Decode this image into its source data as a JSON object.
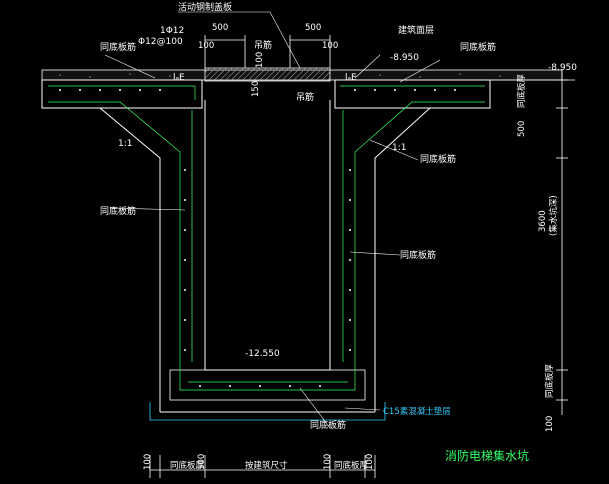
{
  "labels": {
    "cover": "活动钢制盖板",
    "bar_spec": "1Φ12",
    "bar_spacing": "Φ12@100",
    "hanger_top": "吊筋",
    "hanger_bottom": "吊筋",
    "floor_finish": "建筑面层",
    "elev_top_left": "-8.950",
    "elev_top_right": "-8.950",
    "elev_bottom": "-12.550",
    "same_slab_1": "同底板筋",
    "same_slab_2": "同底板筋",
    "same_slab_3": "同底板筋",
    "same_slab_4": "同底板筋",
    "same_slab_5": "同底板筋",
    "same_slab_6": "同底板筋",
    "lae_left": "lₐE",
    "lae_right": "lₐE",
    "cushion": "C15素混凝土垫层",
    "title": "消防电梯集水坑",
    "slope_left": "1:1",
    "slope_right": "1:1"
  },
  "dimensions": {
    "d500_left": "500",
    "d100_left": "100",
    "d500_right": "500",
    "d100_right": "100",
    "d150": "150",
    "d100_cover": "100",
    "d500_side": "500",
    "d3600": "3600",
    "pit_depth_note": "(集水坑深)",
    "d100_right_lower": "100",
    "bottom_100_a": "100",
    "bottom_100_b": "100",
    "bottom_100_c": "100",
    "bottom_100_d": "100",
    "bottom_same_left": "同底板厚",
    "bottom_same_right": "同底板厚",
    "bottom_middle": "按建筑尺寸",
    "side_same_top": "同底板厚",
    "side_same_bottom": "同底板厚"
  },
  "colors": {
    "wall": "#ffffff",
    "hatch": "#cccccc",
    "leader": "#33ff66",
    "cushion": "#33ccff",
    "title": "#33ff66"
  }
}
